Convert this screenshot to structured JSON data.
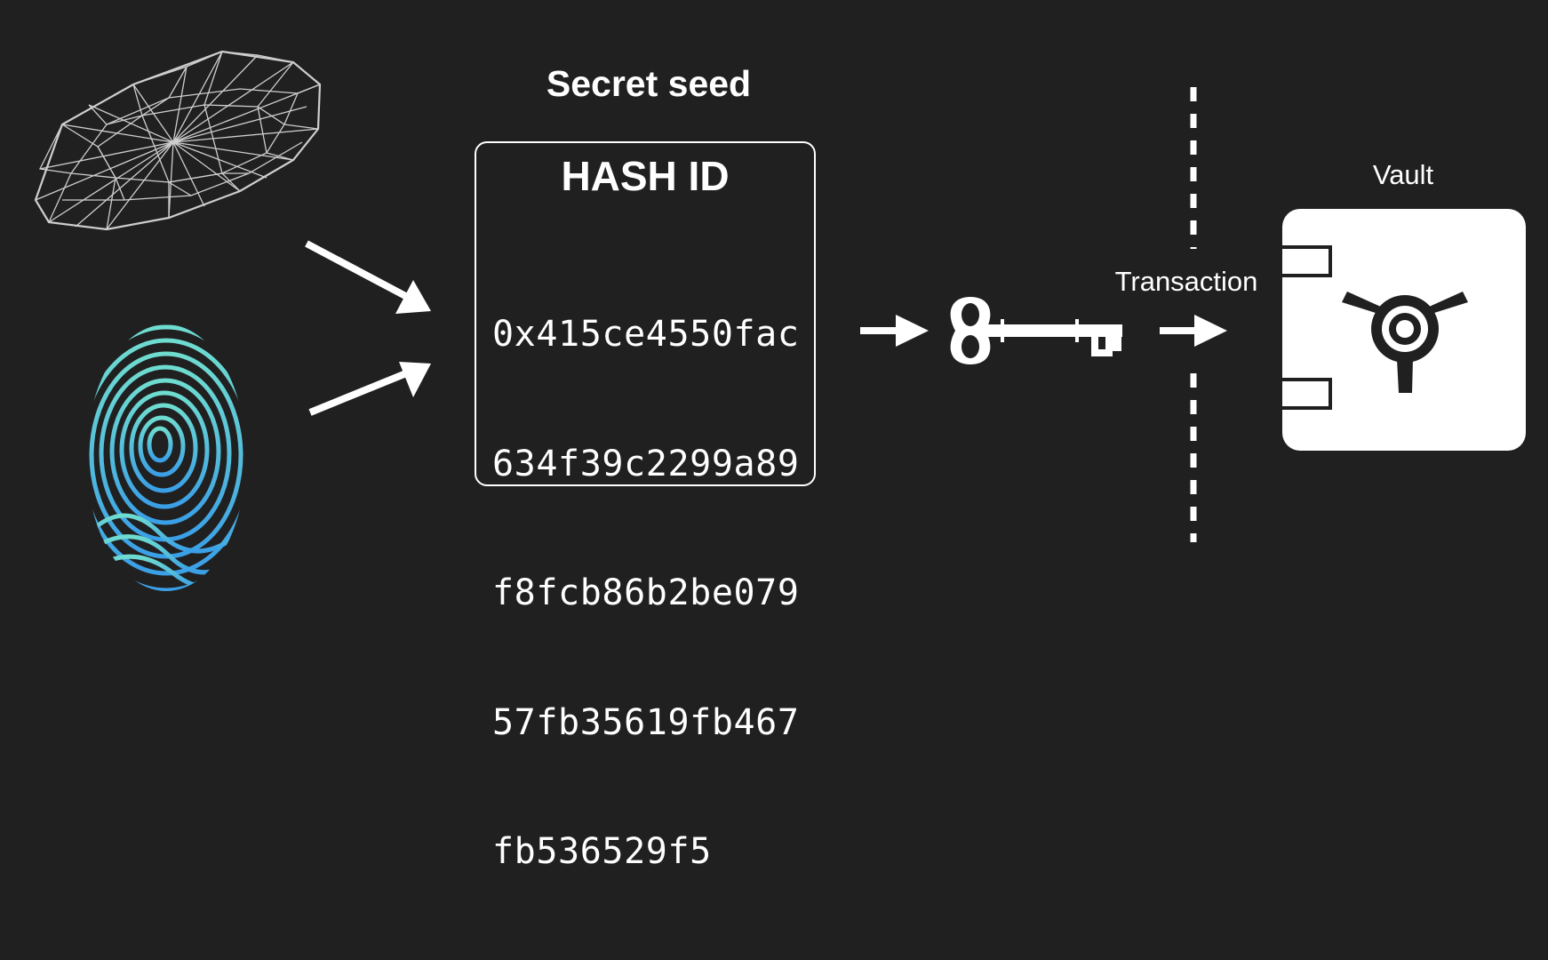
{
  "diagram": {
    "seed_title": "Secret seed",
    "hash_box": {
      "title": "HASH ID",
      "value_lines": [
        "0x415ce4550fac",
        "634f39c2299a89",
        "f8fcb86b2be079",
        "57fb35619fb467",
        "fb536529f5"
      ]
    },
    "transaction_label": "Transaction",
    "vault_label": "Vault",
    "icons": {
      "mesh": "wireframe-3d-mesh-icon",
      "fingerprint": "fingerprint-icon",
      "key": "key-icon",
      "vault": "vault-safe-icon"
    },
    "colors": {
      "background": "#202020",
      "foreground": "#ffffff",
      "fingerprint_top": "#6fdcd0",
      "fingerprint_bottom": "#3a9fe6"
    }
  }
}
